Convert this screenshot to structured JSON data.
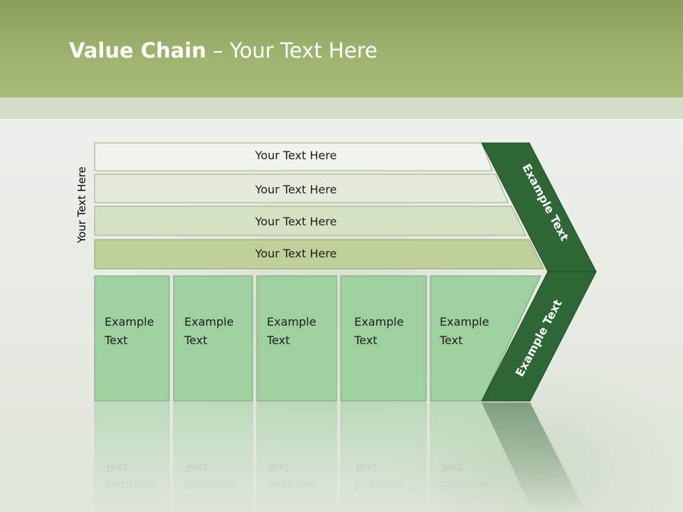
{
  "title": {
    "bold": "Value Chain",
    "rest": " – Your Text Here"
  },
  "vertical_label": "Your Text Here",
  "rows": [
    {
      "label": "Your Text Here"
    },
    {
      "label": "Your Text Here"
    },
    {
      "label": "Your Text Here"
    },
    {
      "label": "Your Text Here"
    }
  ],
  "cells": [
    {
      "line1": "Example",
      "line2": "Text"
    },
    {
      "line1": "Example",
      "line2": "Text"
    },
    {
      "line1": "Example",
      "line2": "Text"
    },
    {
      "line1": "Example",
      "line2": "Text"
    },
    {
      "line1": "Example",
      "line2": "Text"
    }
  ],
  "arrow": {
    "upper_text": "Example Text",
    "lower_text": "Example Text"
  },
  "colors": {
    "header": "#9db36e",
    "row_fills": [
      "#f1f4ec",
      "#e4ebda",
      "#d6e2c4",
      "#bfd09a"
    ],
    "cell_fill": "#9fd0a0",
    "arrow_fill": "#2e6636"
  }
}
